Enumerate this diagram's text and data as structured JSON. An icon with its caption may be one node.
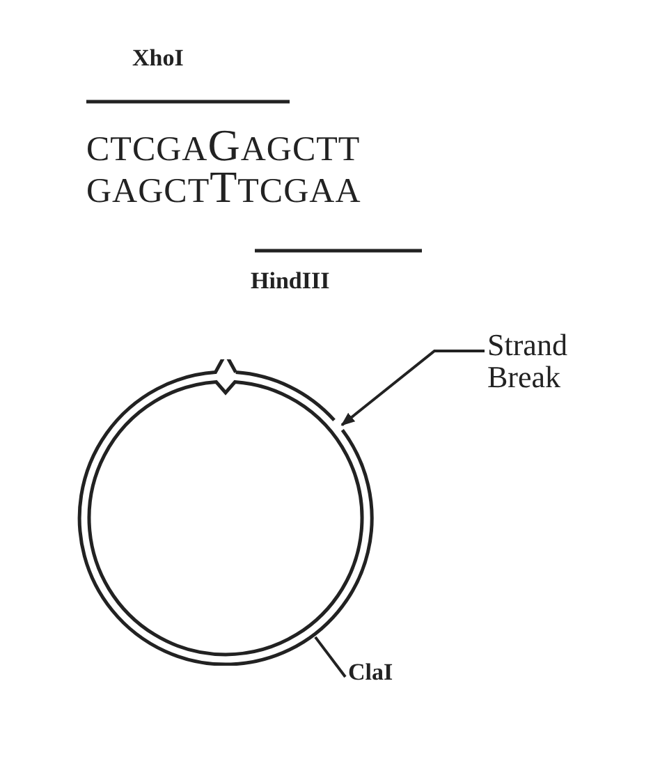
{
  "diagram": {
    "nodes": [
      {
        "text": [
          "Strand Break"
        ]
      },
      {
        "text": [],
        "shape": "circle"
      },
      {
        "text": [
          "ClaI"
        ]
      }
    ],
    "edges": [
      {
        "from": 0,
        "to": 1,
        "arrow": "to"
      },
      {
        "from": 2,
        "to": 1,
        "arrow": "none"
      }
    ],
    "labels": [
      "XhoI",
      "CTCGA**G**AGCTT",
      "GAGCT**T**TCGAA",
      "HindIII"
    ]
  }
}
